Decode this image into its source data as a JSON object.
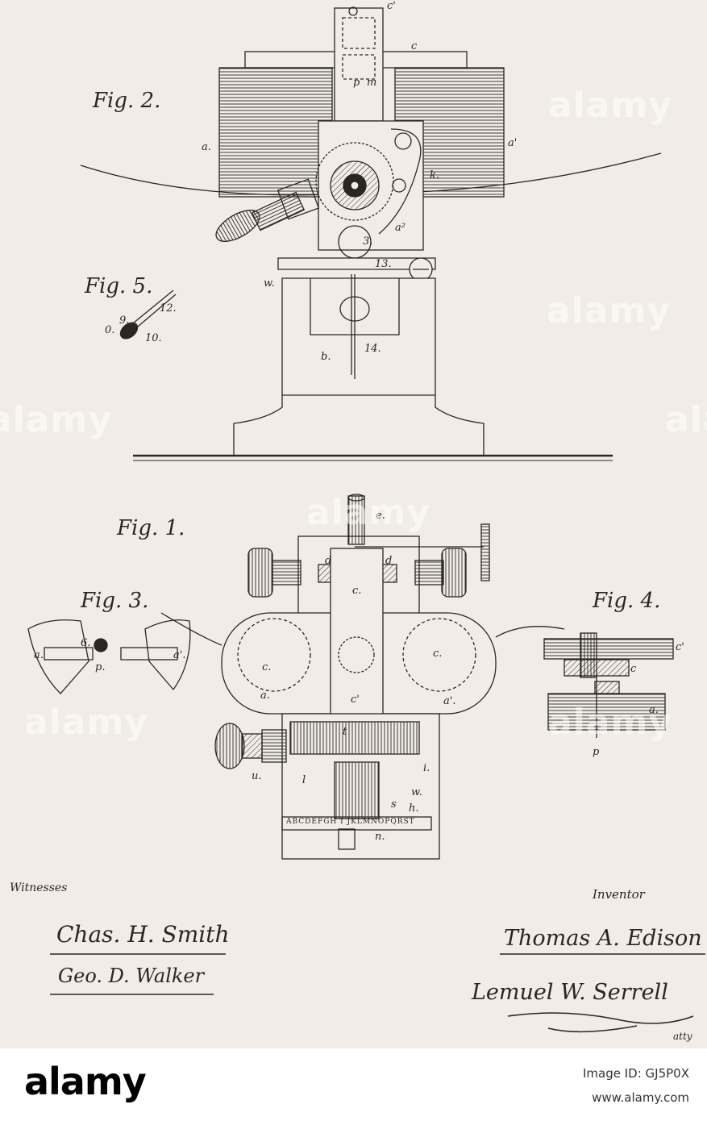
{
  "figures": {
    "fig2": "Fig. 2.",
    "fig1": "Fig. 1.",
    "fig3": "Fig. 3.",
    "fig4": "Fig. 4.",
    "fig5": "Fig. 5."
  },
  "letters": {
    "c1_top": "c'",
    "c_top": "c",
    "p": "p",
    "m": "m",
    "a": "a.",
    "a1": "a'",
    "k": "k.",
    "a2": "a²",
    "b": "b.",
    "w": "w.",
    "n14": "14.",
    "n13": "13.",
    "n3": "3.",
    "e": "e.",
    "d_left": "d",
    "d_right": "d",
    "c_mid": "c.",
    "c_left": "c.",
    "c_right": "c.",
    "a_low": "a.",
    "a1_low": "a'.",
    "c1_low": "c'",
    "t": "t",
    "i": "i.",
    "w_right": "w.",
    "h": "h.",
    "u": "u.",
    "l": "l",
    "s": "s",
    "n": "n.",
    "f3_a": "a.",
    "f3_a1": "a'.",
    "f3_b": "6.",
    "f3_p": "p.",
    "f4_c1": "c'",
    "f4_c": "c",
    "f4_a": "a.",
    "f4_p": "p",
    "f5_9": "9.",
    "f5_12": "12.",
    "f5_10": "10.",
    "f5_0": "0."
  },
  "type_wheel": "ABCDEFGH I JKLMNOPQRST",
  "witnesses": {
    "heading": "Witnesses",
    "sig1": "Chas. H. Smith",
    "sig2": "Geo. D. Walker"
  },
  "inventor": {
    "heading": "Inventor",
    "name": "Thomas A. Edison",
    "attorney": "Lemuel W. Serrell",
    "attorney_suffix": "atty"
  },
  "watermarks": [
    "alamy",
    "alamy",
    "alamy",
    "alamy",
    "alamy",
    "alamy",
    "alamy"
  ],
  "footer": {
    "logo": "alamy",
    "image_id": "Image ID: GJ5P0X",
    "site": "www.alamy.com"
  },
  "colors": {
    "paper": "#f1ede6",
    "ink": "#2a2622",
    "footer_bg": "#ffffff"
  }
}
